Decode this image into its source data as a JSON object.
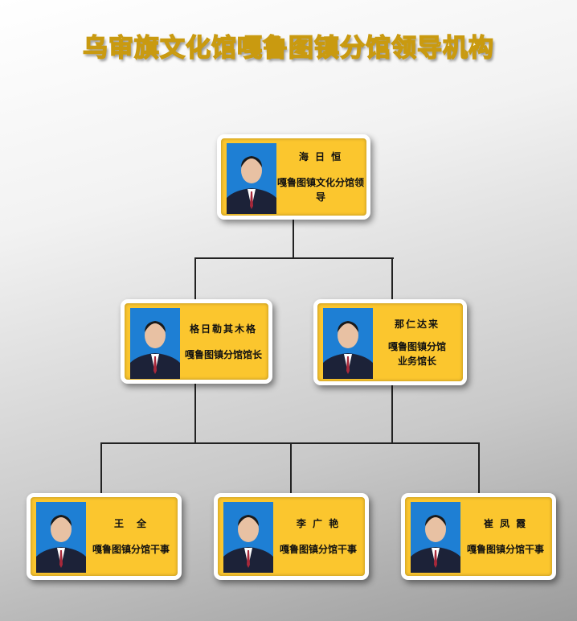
{
  "title": "乌审旗文化馆嘎鲁图镇分馆领导机构",
  "colors": {
    "card": "#fbc62e",
    "photo_bg": "#1e7fd4",
    "title_outline": "#c99a10"
  },
  "cards": [
    {
      "name": "海 日 恒",
      "role": [
        "嘎鲁图镇文化分馆领导"
      ]
    },
    {
      "name": "格日勒其木格",
      "role": [
        "嘎鲁图镇分馆馆长"
      ]
    },
    {
      "name": "那仁达来",
      "role": [
        "嘎鲁图镇分馆",
        "业务馆长"
      ]
    },
    {
      "name": "王　全",
      "role": [
        "嘎鲁图镇分馆干事"
      ]
    },
    {
      "name": "李 广 艳",
      "role": [
        "嘎鲁图镇分馆干事"
      ]
    },
    {
      "name": "崔 凤 霞",
      "role": [
        "嘎鲁图镇分馆干事"
      ]
    }
  ]
}
